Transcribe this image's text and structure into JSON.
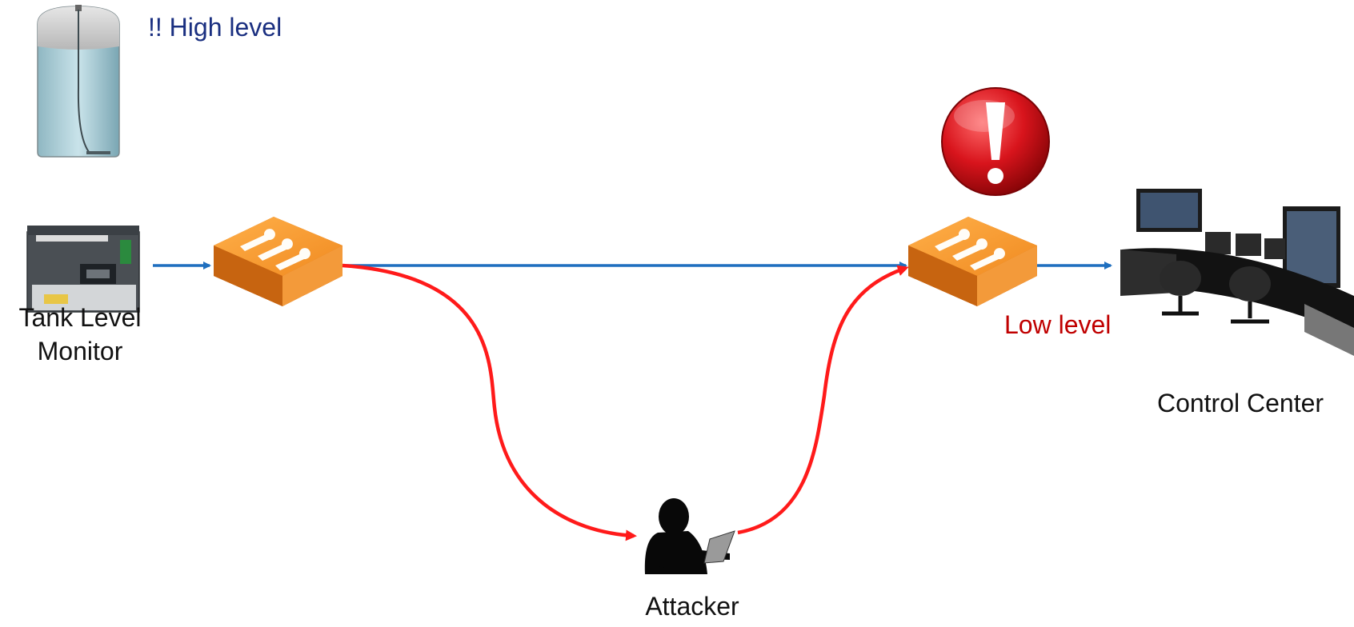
{
  "labels": {
    "tank_level_monitor": [
      "Tank Level",
      "Monitor"
    ],
    "high_level_alert": "!! High level",
    "low_level_report": "Low level",
    "control_center": "Control Center",
    "attacker": "Attacker"
  },
  "icons": {
    "tank": "tank-icon",
    "plc": "plc-device-icon",
    "encryptor_source": "key-encryptor-icon",
    "encryptor_destination": "key-encryptor-icon",
    "alarm": "exclamation-alarm-icon",
    "control_room": "control-room-icon",
    "attacker": "hacker-with-laptop-icon"
  },
  "colors": {
    "legit_flow": "#1f6fbf",
    "attack_flow": "#ff1a1a",
    "high_level_text": "#1a2f80",
    "low_level_text": "#c00000",
    "encryptor": "#f0922e",
    "alarm": "#d8141c"
  }
}
